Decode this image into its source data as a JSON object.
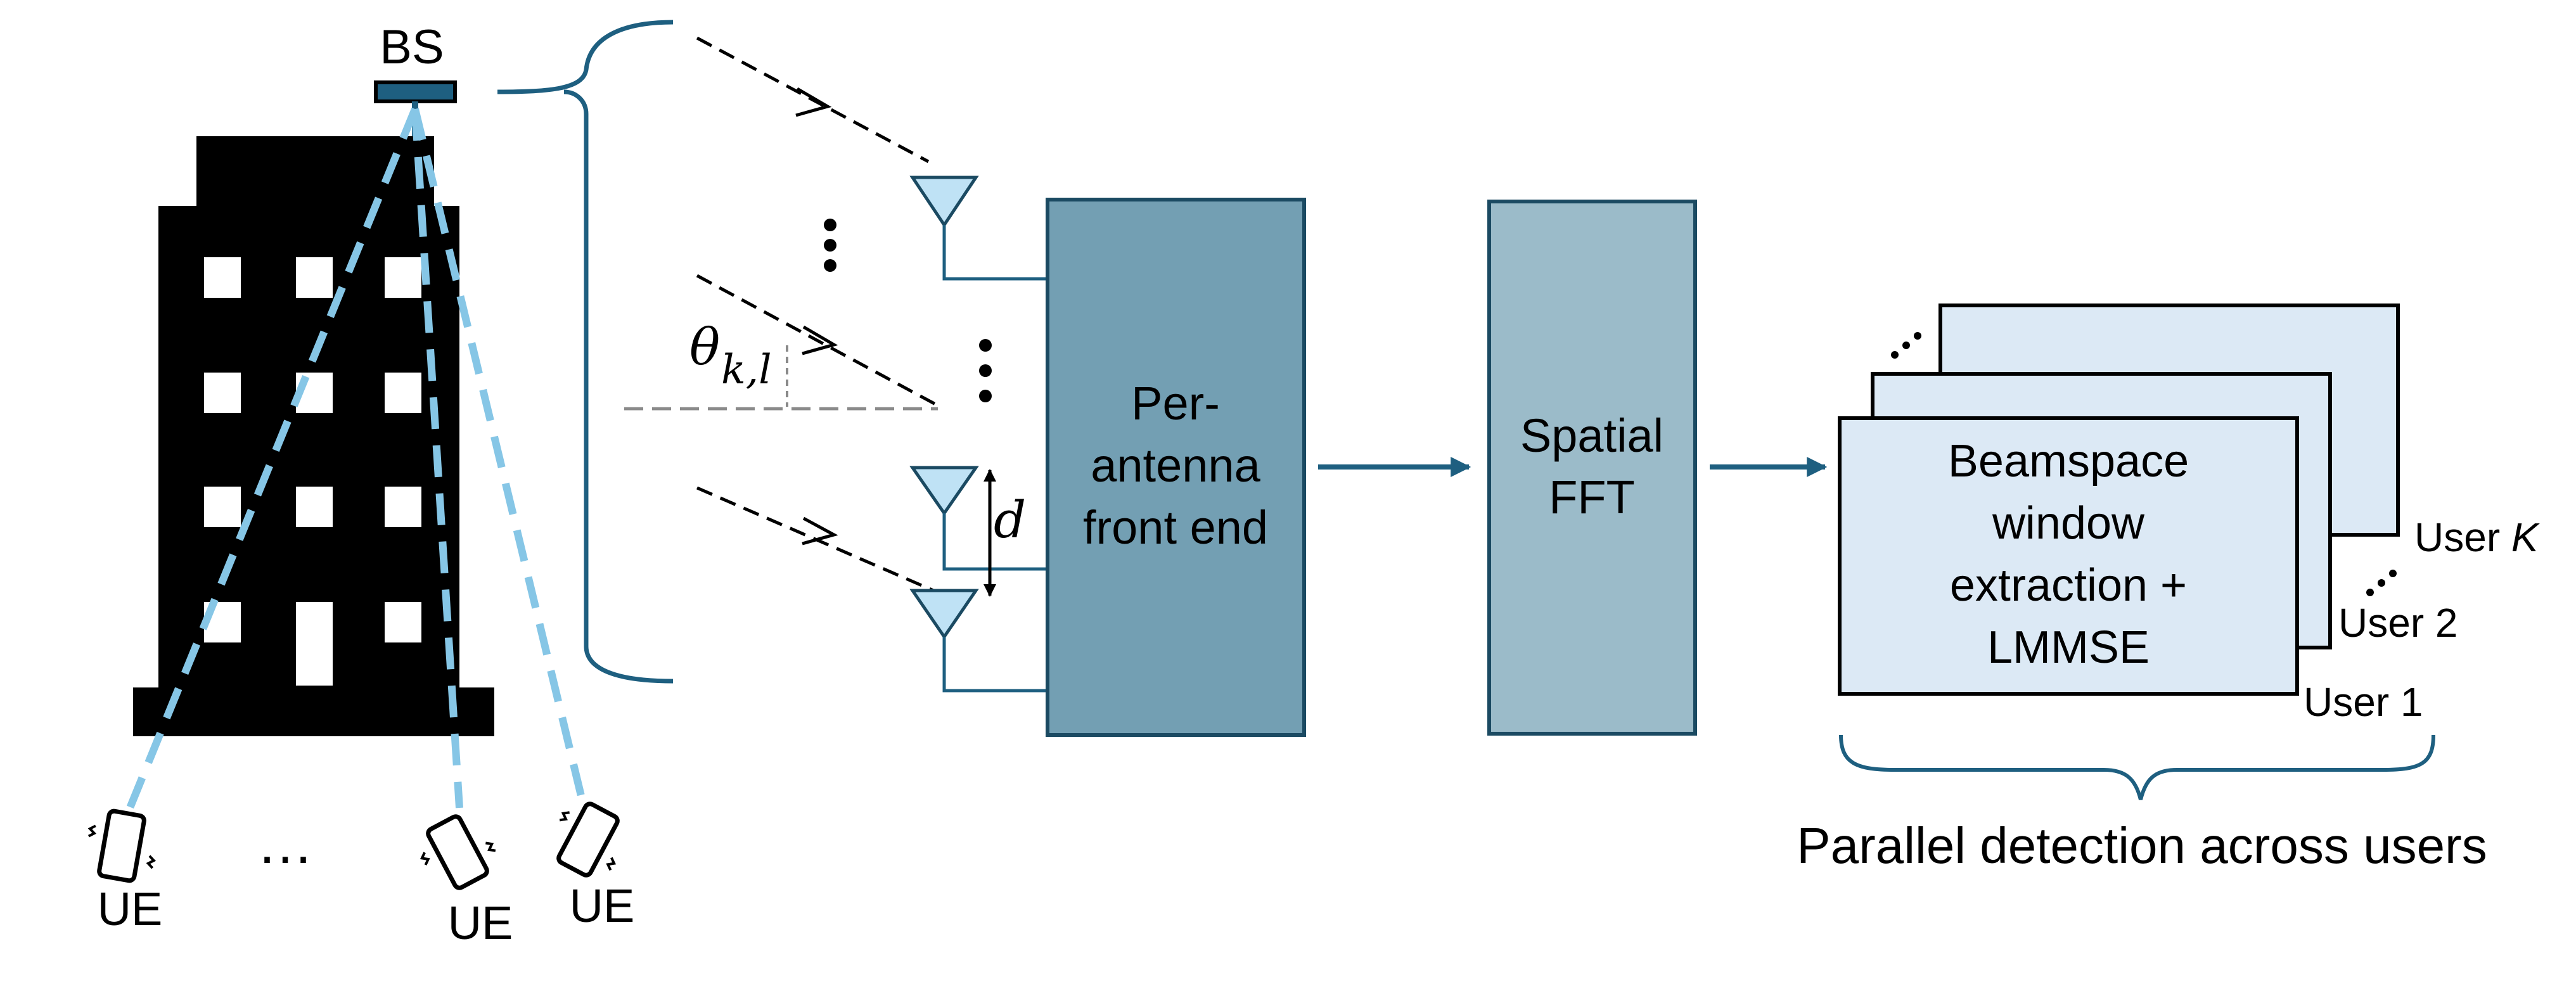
{
  "base_station": {
    "label": "BS",
    "ue_label": "UE",
    "ue_labels": [
      "UE",
      "UE",
      "UE"
    ],
    "ue_ellipsis": "…"
  },
  "antenna": {
    "angle_symbol": "θ",
    "angle_subscript": "k,l",
    "spacing_symbol": "d"
  },
  "blocks": {
    "front_end": [
      "Per-",
      "antenna",
      "front end"
    ],
    "fft": [
      "Spatial",
      "FFT"
    ],
    "detector": [
      "Beamspace",
      "window",
      "extraction +",
      "LMMSE"
    ]
  },
  "users": {
    "user1": "User 1",
    "user2": "User 2",
    "userK_prefix": "User ",
    "userK_symbol": "K"
  },
  "bottom_caption": "Parallel detection across users",
  "colors": {
    "front_end_fill": "#739fb3",
    "fft_fill": "#9bbbc9",
    "detector_fill": "#dce9f5",
    "dark_stroke": "#1b4a62",
    "arrow_blue": "#1e5f80",
    "link_light_blue": "#86c6e6",
    "antenna_fill": "#bfe2f5",
    "building": "#000000"
  }
}
